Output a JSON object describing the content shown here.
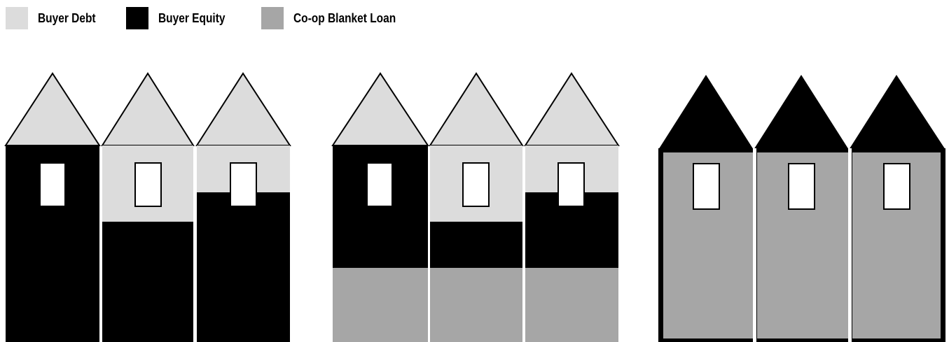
{
  "legend": {
    "items": [
      {
        "id": "buyer-debt",
        "label": "Buyer Debt",
        "color": "#dcdcdc"
      },
      {
        "id": "buyer-equity",
        "label": "Buyer Equity",
        "color": "#000000"
      },
      {
        "id": "coop-loan",
        "label": "Co-op Blanket Loan",
        "color": "#a6a6a6"
      }
    ]
  },
  "colors": {
    "buyer_debt": "#dcdcdc",
    "buyer_equity": "#000000",
    "coop_loan": "#a6a6a6",
    "window": "#ffffff",
    "outline": "#000000"
  }
}
